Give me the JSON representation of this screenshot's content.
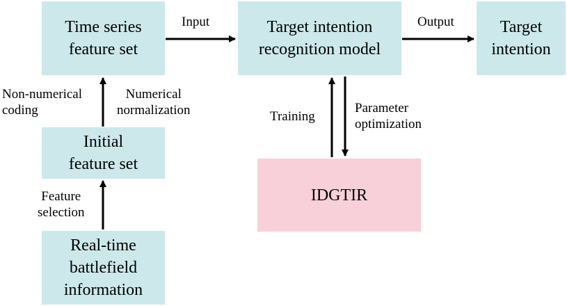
{
  "colors": {
    "box_fill": "#cce8ea",
    "highlight_fill": "#f8d0d9",
    "arrow": "#000000"
  },
  "nodes": {
    "time_series": "Time series\nfeature set",
    "model": "Target intention\nrecognition model",
    "target": "Target\nintention",
    "initial": "Initial\nfeature set",
    "idgtir": "IDGTIR",
    "realtime": "Real-time\nbattlefield\ninformation"
  },
  "edges": {
    "input": "Input",
    "output": "Output",
    "non_numerical": "Non-numerical\ncoding",
    "numerical": "Numerical\nnormalization",
    "feature_selection": "Feature\nselection",
    "training": "Training",
    "parameter": "Parameter\noptimization"
  }
}
